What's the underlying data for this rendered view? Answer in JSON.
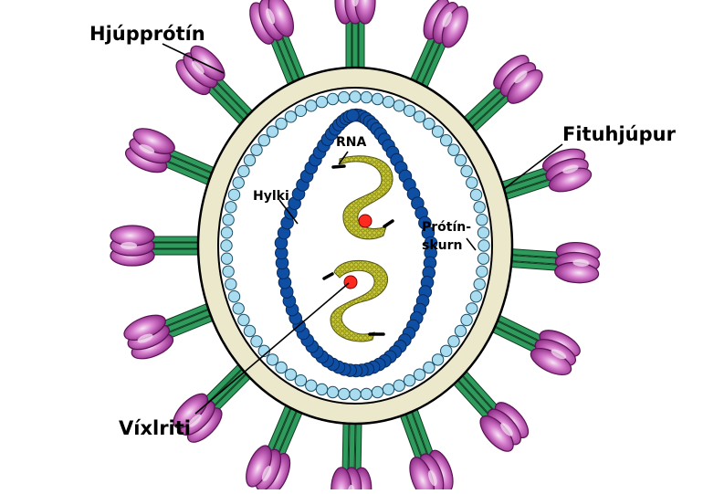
{
  "labels": {
    "hjupprotin": "Hjúpprótín",
    "fituhjupur": "Fituhjúpur",
    "rna": "RNA",
    "hylki": "Hylki",
    "protinskurn_line1": "Prótín-",
    "protinskurn_line2": "skurn",
    "vixlriti": "Víxlriti"
  },
  "colors": {
    "spike_head": "#a53a9c",
    "spike_head_light": "#f2d6ef",
    "spike_stem": "#2e9a5c",
    "envelope": "#ebe8cc",
    "matrix_bead": "#a8dcee",
    "capsid_bead": "#0f4fa3",
    "rna": "#c9c935",
    "polymerase": "#ff2a1f"
  }
}
